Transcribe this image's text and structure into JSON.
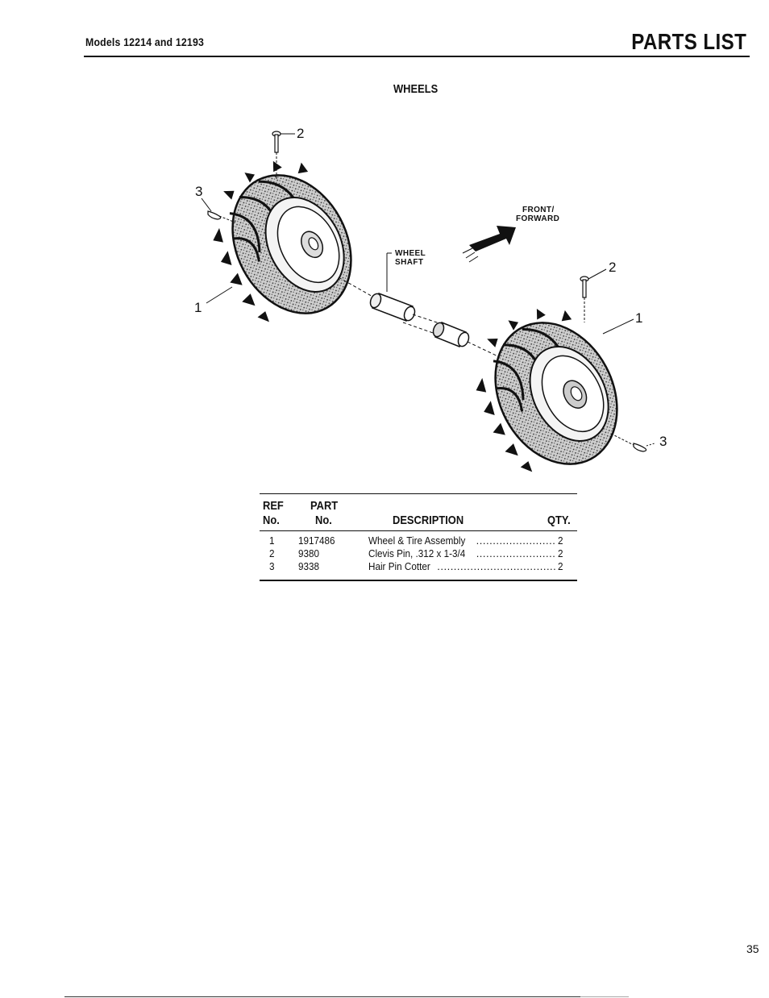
{
  "header": {
    "models": "Models 12214 and 12193",
    "title": "PARTS LIST"
  },
  "section_title": "WHEELS",
  "diagram": {
    "callouts": {
      "left_pin": "2",
      "left_cotter": "3",
      "left_wheel": "1",
      "right_pin": "2",
      "right_wheel": "1",
      "right_cotter": "3"
    },
    "labels": {
      "front_line1": "FRONT/",
      "front_line2": "FORWARD",
      "shaft_line1": "WHEEL",
      "shaft_line2": "SHAFT"
    }
  },
  "table": {
    "headers": {
      "ref_top": "REF",
      "ref_bottom": "No.",
      "part_top": "PART",
      "part_bottom": "No.",
      "description": "DESCRIPTION",
      "qty": "QTY."
    },
    "rows": [
      {
        "ref": "1",
        "part": "1917486",
        "desc": "Wheel & Tire Assembly",
        "qty": "2"
      },
      {
        "ref": "2",
        "part": "9380",
        "desc": "Clevis Pin, .312 x 1-3/4",
        "qty": "2"
      },
      {
        "ref": "3",
        "part": "9338",
        "desc": "Hair Pin Cotter",
        "qty": "2"
      }
    ]
  },
  "page_number": "35"
}
